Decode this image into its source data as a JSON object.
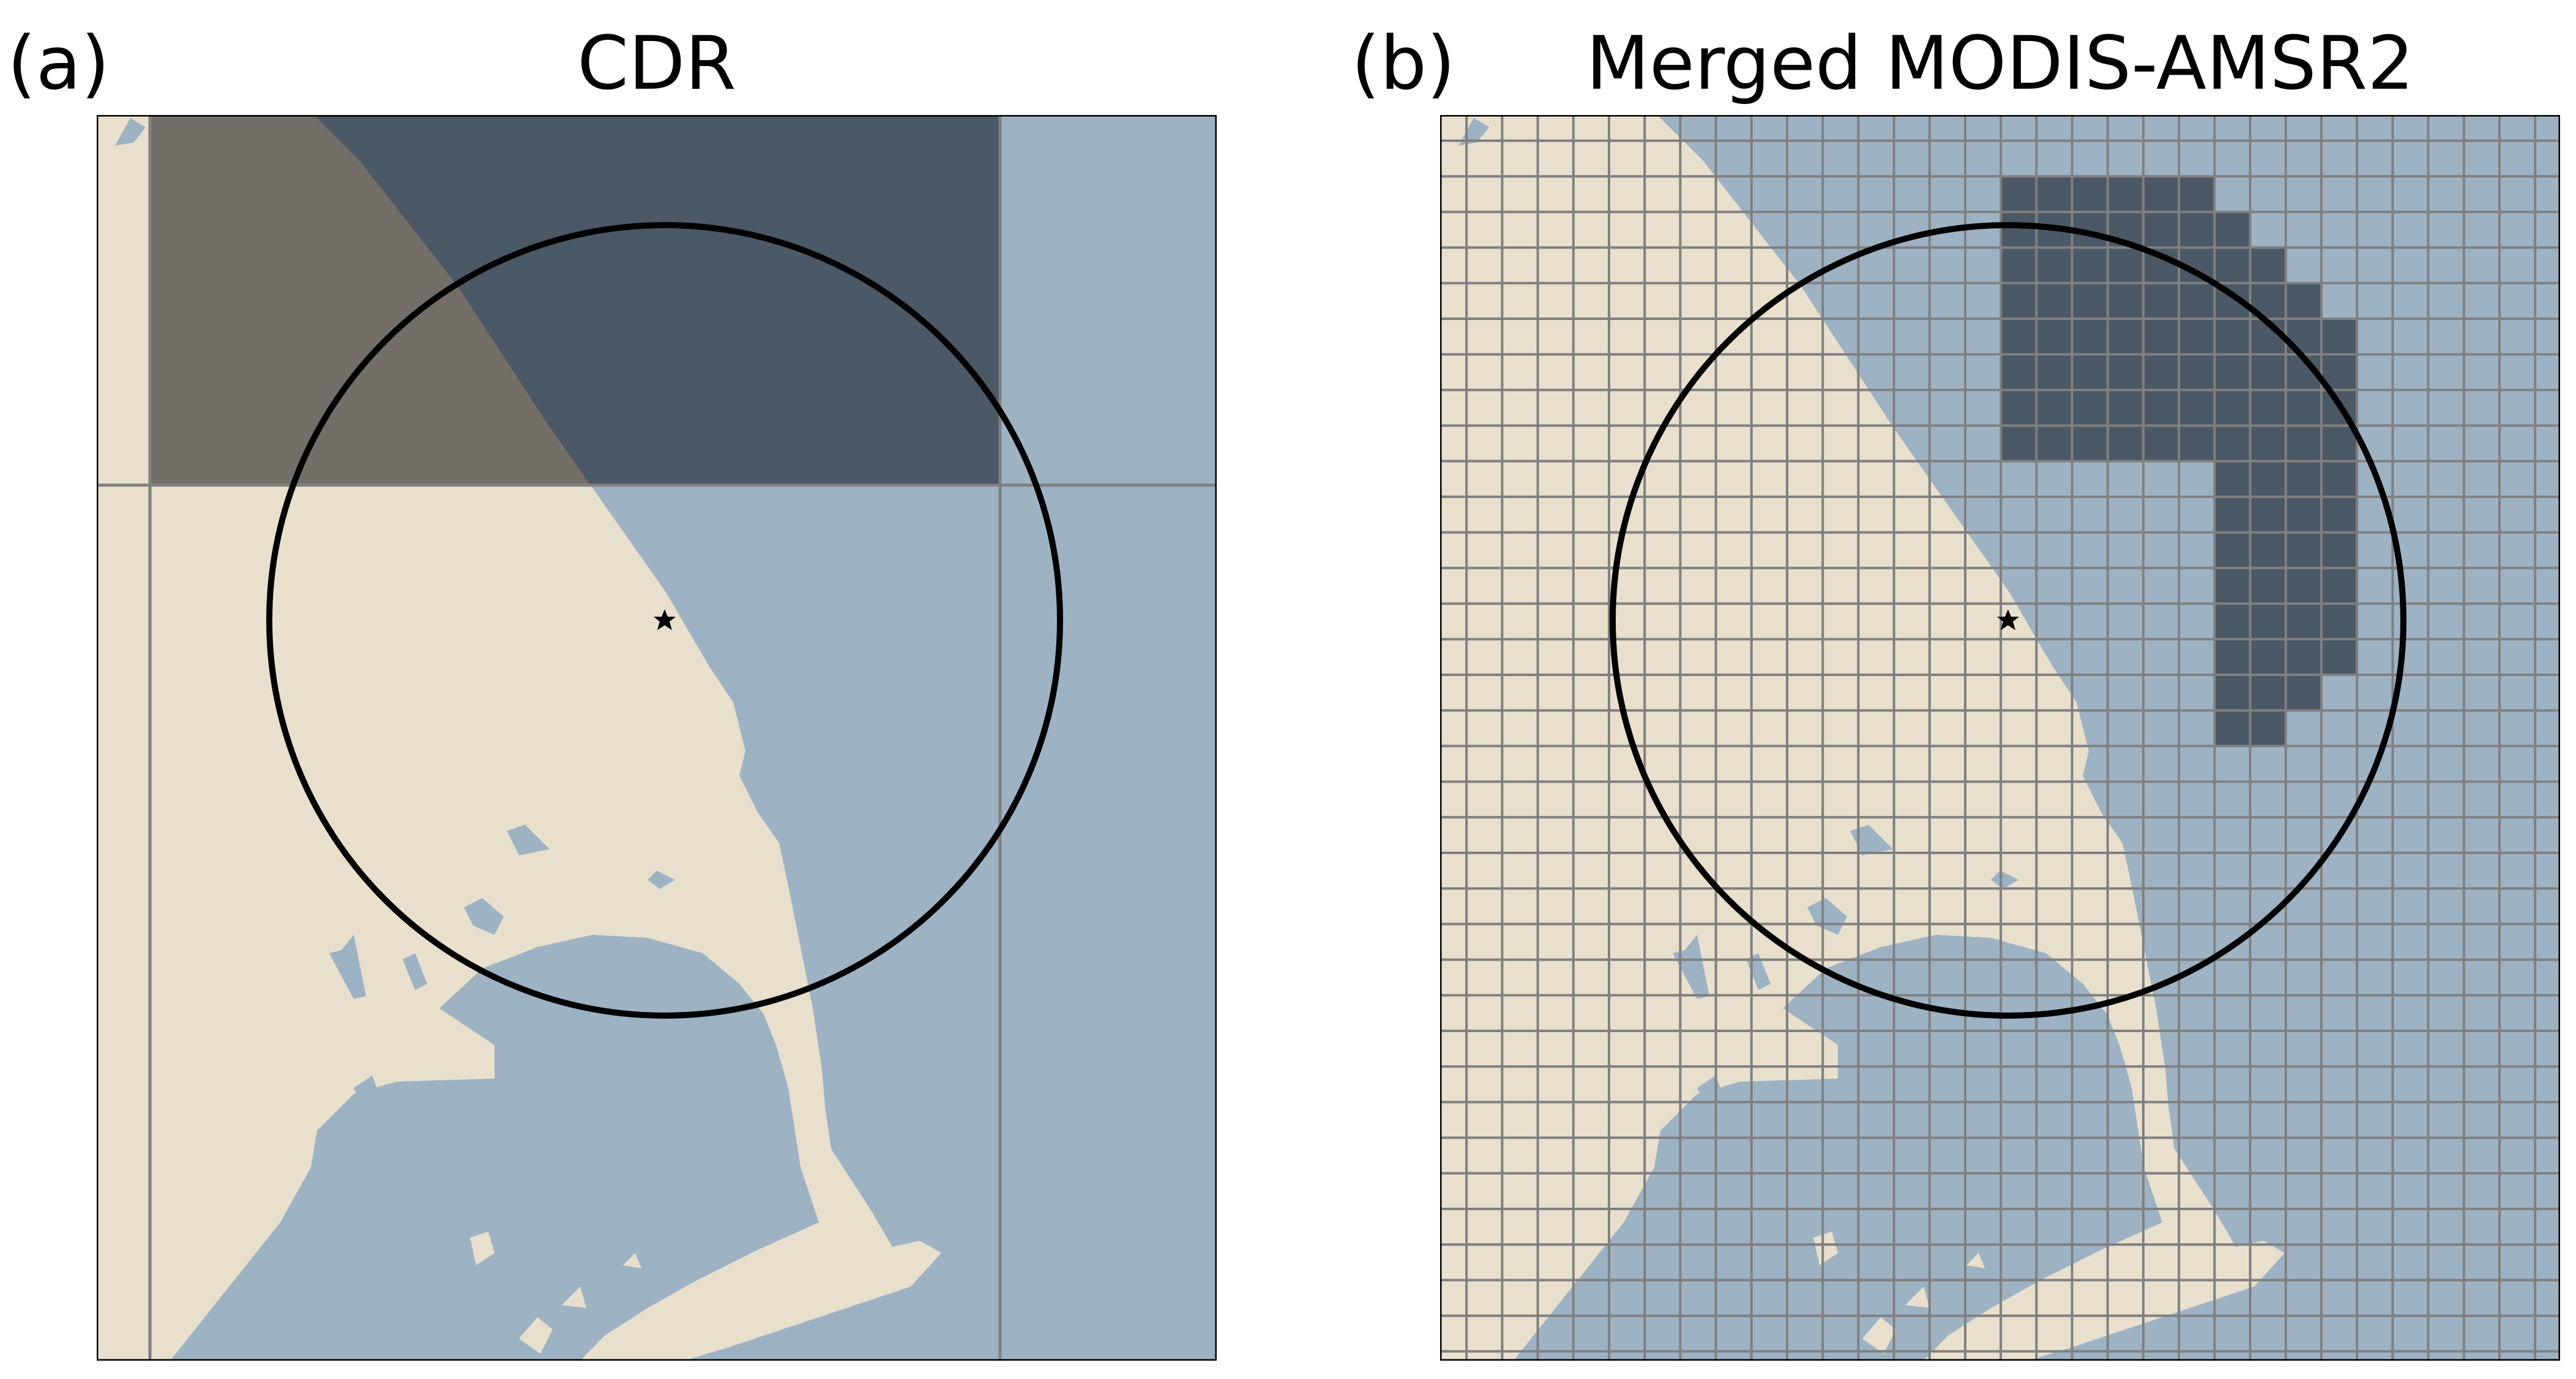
{
  "panels": [
    {
      "label": "(a)",
      "title": "CDR"
    },
    {
      "label": "(b)",
      "title": "Merged MODIS-AMSR2"
    }
  ],
  "colors": {
    "land": "#e8dfcd",
    "water": "#9db3c4",
    "sea_ice_cell": "#4b5865",
    "grid_line": "#808080",
    "land_under_ice": "#736e67",
    "circle": "#000000",
    "frame": "#000000"
  },
  "icons": {
    "site_marker": "star-icon"
  }
}
